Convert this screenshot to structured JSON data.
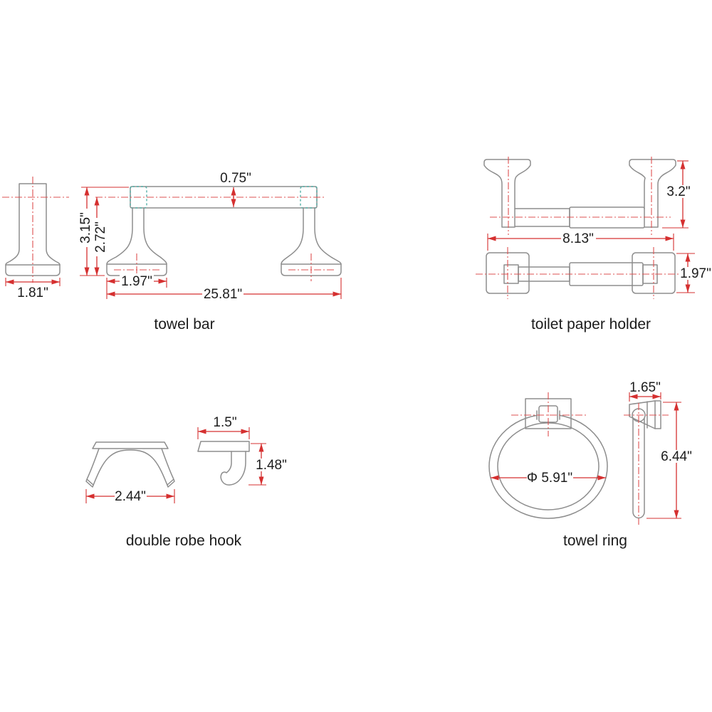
{
  "colors": {
    "background": "#ffffff",
    "outline_gray": "#8d8d8d",
    "dimension_red": "#d53030",
    "centerline_red": "#de5050",
    "hidden_edge_teal": "#55b0a8",
    "text": "#1c1c1c"
  },
  "diagrams": {
    "towel_bar": {
      "label": "towel bar",
      "dimensions": {
        "bar_diameter": "0.75\"",
        "overall_height": "3.15\"",
        "center_height": "2.72\"",
        "post_depth": "1.81\"",
        "base_width": "1.97\"",
        "overall_length": "25.81\""
      }
    },
    "toilet_paper_holder": {
      "label": "toilet paper holder",
      "dimensions": {
        "height": "3.2\"",
        "overall_width": "8.13\"",
        "base_width": "1.97\""
      }
    },
    "double_robe_hook": {
      "label": "double robe hook",
      "dimensions": {
        "overall_width": "2.44\"",
        "depth": "1.5\"",
        "height": "1.48\""
      }
    },
    "towel_ring": {
      "label": "towel ring",
      "dimensions": {
        "ring_diameter": "Φ 5.91\"",
        "mount_depth": "1.65\"",
        "overall_height": "6.44\""
      }
    }
  }
}
